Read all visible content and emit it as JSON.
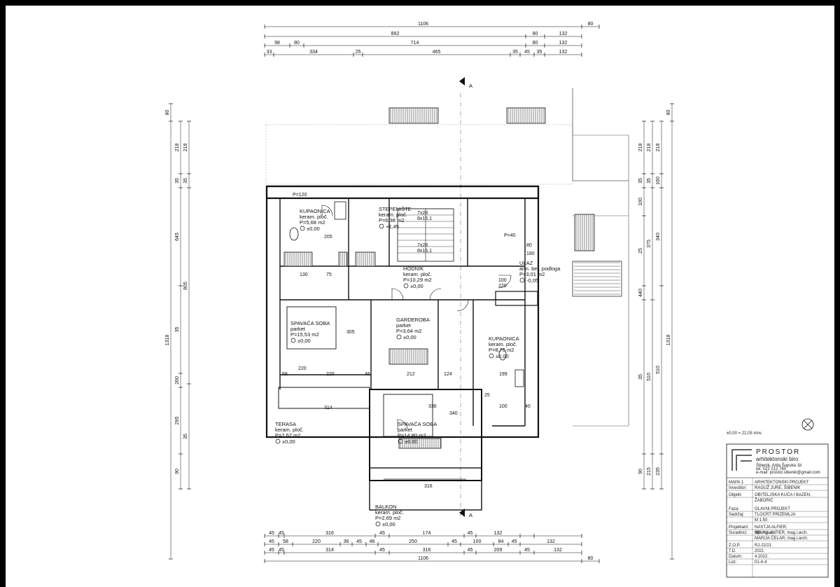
{
  "dims_top": {
    "row1": [
      "1106",
      "80"
    ],
    "row2": [
      "892",
      "80",
      "132"
    ],
    "row3": [
      "98",
      "80",
      "714",
      "80",
      "132"
    ],
    "row4": [
      "33",
      "334",
      "25",
      "465",
      "35",
      "45",
      "35",
      "132"
    ]
  },
  "dims_bottom": {
    "row1": [
      "45",
      "45",
      "316",
      "45",
      "174",
      "45",
      "132"
    ],
    "row2": [
      "45",
      "58",
      "220",
      "36",
      "45",
      "46",
      "250",
      "45",
      "100",
      "84",
      "45",
      "132"
    ],
    "row3": [
      "45",
      "45",
      "314",
      "45",
      "316",
      "45",
      "209",
      "45",
      "132"
    ],
    "row4": [
      "1106",
      "80"
    ]
  },
  "dims_left": [
    "80",
    "218",
    "218",
    "35",
    "35",
    "645",
    "805",
    "35",
    "260",
    "295",
    "90",
    "1318"
  ],
  "dims_right": [
    "80",
    "218",
    "218",
    "35",
    "35",
    "160",
    "375",
    "340",
    "100",
    "25",
    "440",
    "510",
    "510",
    "35",
    "235",
    "215",
    "90",
    "1318"
  ],
  "rooms": [
    {
      "name": "KUPAONICA",
      "floor": "keram. ploč.",
      "area": "P=5,68 m2",
      "level": "±0,00"
    },
    {
      "name": "STEPENIŠTE",
      "floor": "keram. ploč.",
      "area": "P=6,38 m2",
      "level": "+1,45"
    },
    {
      "name": "HODNIK",
      "floor": "keram. ploč.",
      "area": "P=10,29 m2",
      "level": "±0,00"
    },
    {
      "name": "ULAZ",
      "floor": "arm. bet. podloga",
      "area": "P=3,01 m2",
      "level": "-0,05"
    },
    {
      "name": "SPAVAĆA SOBA",
      "floor": "parket",
      "area": "P=15,53 m2",
      "level": "±0,00"
    },
    {
      "name": "GARDEROBA",
      "floor": "parket",
      "area": "P=3,64 m2",
      "level": "±0,00"
    },
    {
      "name": "KUPAONICA",
      "floor": "keram. ploč.",
      "area": "P=8,76 m2",
      "level": "±0,00"
    },
    {
      "name": "TERASA",
      "floor": "keram. ploč.",
      "area": "P=2,67 m2",
      "level": "±0,00"
    },
    {
      "name": "SPAVAĆA SOBA",
      "floor": "parket",
      "area": "P=14,80 m2",
      "level": "±0,00"
    },
    {
      "name": "BALKON",
      "floor": "keram. ploč.",
      "area": "P=2,69 m2",
      "level": "±0,00"
    }
  ],
  "stairs": [
    {
      "label": "7x28",
      "sub": "8x16,1"
    },
    {
      "label": "7x28",
      "sub": "8x16,1"
    }
  ],
  "inner_dims": [
    "130",
    "75",
    "220",
    "68",
    "220",
    "46",
    "212",
    "124",
    "199",
    "314",
    "336",
    "316",
    "100",
    "40",
    "25",
    "P=120",
    "P=40",
    "80",
    "180",
    "100",
    "220",
    "305",
    "340",
    "205"
  ],
  "section_mark": "A",
  "elevation_note": "±0,00 = 22,05 mnv",
  "title_block": {
    "brand": "PROSTOR",
    "sub": "arhitektonski biro",
    "address": "Šibenik, Ante Šupuka 1b",
    "phone": "tel: 022 212 780",
    "email": "e-mail: prostor.sibenik@gmail.com",
    "rows": [
      {
        "label": "MAPA 1",
        "value": "ARHITEKTONSKI PROJEKT"
      },
      {
        "label": "Investitor:",
        "value": "RAGUŽ JURE, ŠIBENIK"
      },
      {
        "label": "Objekt:",
        "value": "OBITELJSKA KUĆA I BAZEN, ŽABORIĆ"
      },
      {
        "label": "Faza:",
        "value": "GLAVNI PROJEKT"
      },
      {
        "label": "Sadržaj:",
        "value": "TLOCRT PRIZEMLJA"
      },
      {
        "label": "",
        "value": "M 1:50"
      },
      {
        "label": "Projektant:",
        "value": "NASTJA ALFIER, dipl.ing.arh."
      },
      {
        "label": "Suradnici:",
        "value": "BRUNA ALFIER, mag.i.arch."
      },
      {
        "label": "",
        "value": "MARIJA ČELAR, mag.i.arch."
      },
      {
        "label": "Z.O.P.",
        "value": "RJ-22/21"
      },
      {
        "label": "T.D.",
        "value": "2021"
      },
      {
        "label": "Datum:",
        "value": "4.2022."
      },
      {
        "label": "List:",
        "value": "01-4-4"
      }
    ]
  }
}
